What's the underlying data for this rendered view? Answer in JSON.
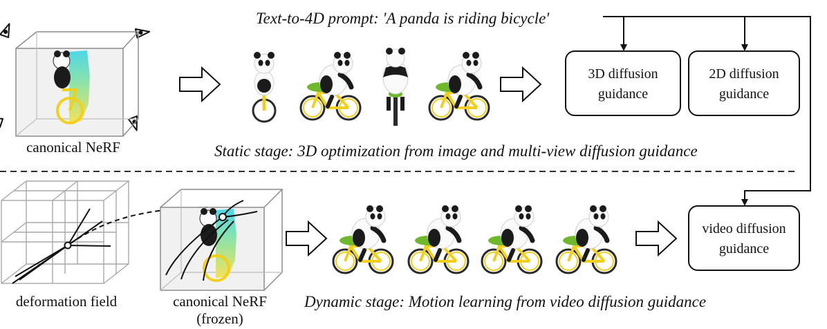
{
  "prompt": "Text-to-4D prompt: 'A panda is riding bicycle'",
  "static_stage": {
    "canonical_label": "canonical NeRF",
    "caption": "Static stage: 3D optimization from image and multi-view diffusion guidance",
    "guidance_boxes": [
      {
        "line1": "3D diffusion",
        "line2": "guidance"
      },
      {
        "line1": "2D diffusion",
        "line2": "guidance"
      }
    ]
  },
  "dynamic_stage": {
    "deformation_label": "deformation field",
    "canonical_label_line1": "canonical NeRF",
    "canonical_label_line2": "(frozen)",
    "caption": "Dynamic stage: Motion learning from video diffusion guidance",
    "video_box": {
      "line1": "video diffusion",
      "line2": "guidance"
    }
  },
  "colors": {
    "line": "#111111",
    "box_stroke": "#111111",
    "grid": "#a8a8a8",
    "cube_fill": "#f1f1f1",
    "panda_black": "#1b1b1b",
    "panda_white": "#fafafa",
    "bike_yellow": "#f2cf1e",
    "seat_green": "#6fb82e",
    "nerf_cyan": "#4fd6e8",
    "nerf_yellow": "#f4e15a"
  }
}
